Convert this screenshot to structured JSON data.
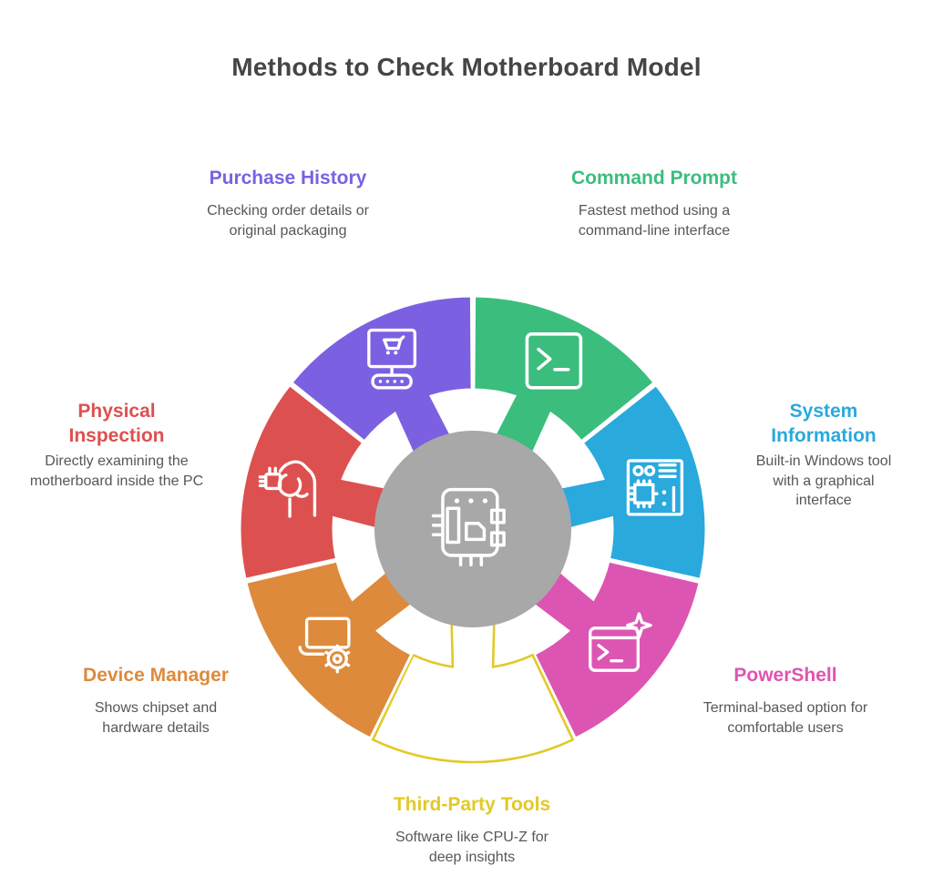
{
  "title": "Methods to Check Motherboard Model",
  "diagram": {
    "center_icon": "motherboard-icon",
    "center_color": "#a8a8a8",
    "icon_stroke_color": "#ffffff",
    "segments": [
      {
        "id": "command-prompt",
        "label": "Command Prompt",
        "description": "Fastest method using a command-line interface",
        "color": "#3bbd7e",
        "style": "solid",
        "icon": "terminal-icon"
      },
      {
        "id": "system-information",
        "label": "System Information",
        "description": "Built-in Windows tool with a graphical interface",
        "color": "#2aa9dd",
        "style": "solid",
        "icon": "circuit-board-icon"
      },
      {
        "id": "powershell",
        "label": "PowerShell",
        "description": "Terminal-based option for comfortable users",
        "color": "#dd55b2",
        "style": "solid",
        "icon": "terminal-sparkle-icon"
      },
      {
        "id": "third-party-tools",
        "label": "Third-Party Tools",
        "description": "Software like CPU-Z for deep insights",
        "color": "#e2c928",
        "style": "outline",
        "icon": null
      },
      {
        "id": "device-manager",
        "label": "Device Manager",
        "description": "Shows chipset and hardware details",
        "color": "#dd8a3c",
        "style": "solid",
        "icon": "laptop-gear-icon"
      },
      {
        "id": "physical-inspection",
        "label": "Physical Inspection",
        "description": "Directly examining the motherboard inside the PC",
        "color": "#dd5050",
        "style": "solid",
        "icon": "hand-chip-icon"
      },
      {
        "id": "purchase-history",
        "label": "Purchase History",
        "description": "Checking order details or original packaging",
        "color": "#7b61e2",
        "style": "solid",
        "icon": "shopping-computer-icon"
      }
    ]
  }
}
